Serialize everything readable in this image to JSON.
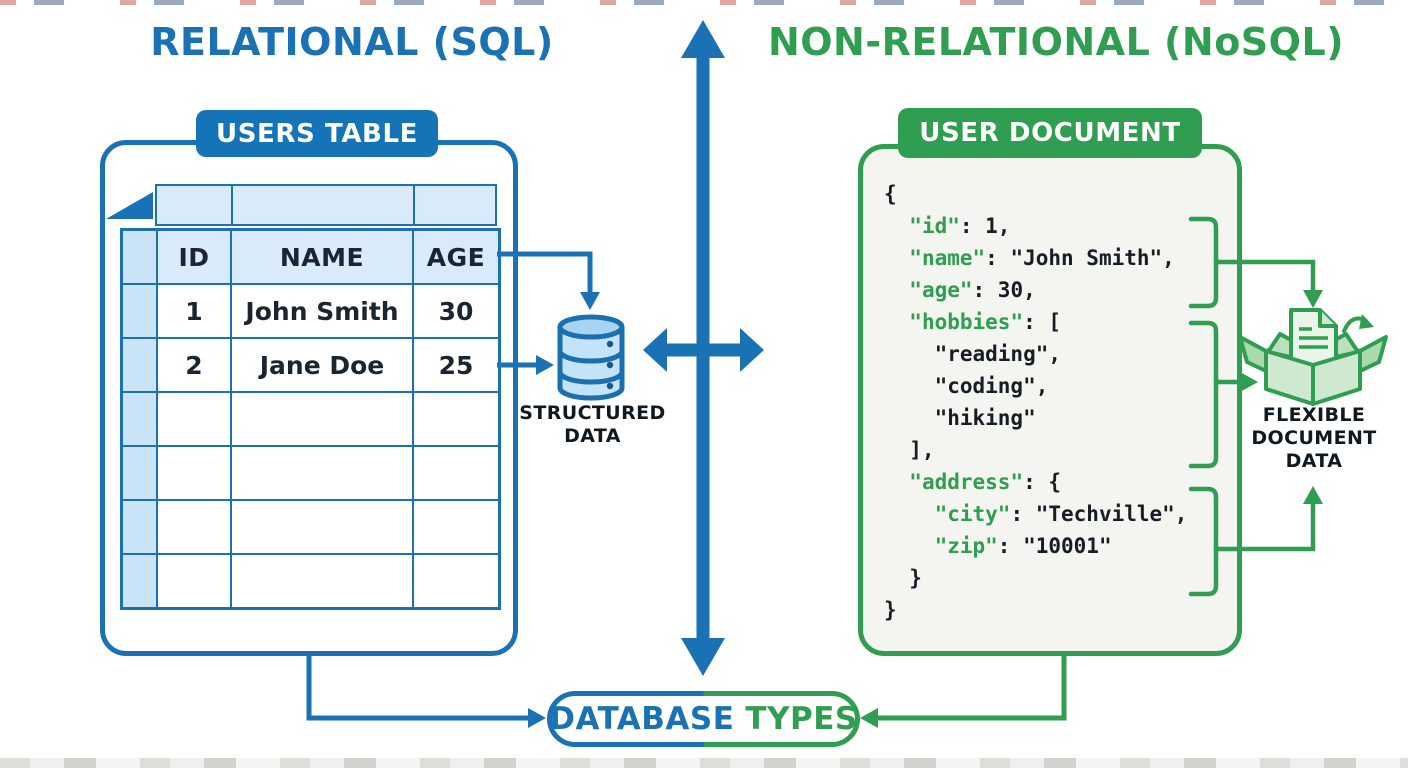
{
  "colors": {
    "blue": "#1A72B5",
    "green": "#2F9E50",
    "light_blue_fill": "#D9EAFB",
    "row_header_fill": "#CBE3F7",
    "document_bg": "#F4F4F1"
  },
  "left": {
    "title": "RELATIONAL (SQL)",
    "table_badge": "USERS TABLE",
    "table": {
      "columns": [
        "ID",
        "NAME",
        "AGE"
      ],
      "rows": [
        [
          "1",
          "John Smith",
          "30"
        ],
        [
          "2",
          "Jane Doe",
          "25"
        ],
        [
          "",
          "",
          ""
        ],
        [
          "",
          "",
          ""
        ],
        [
          "",
          "",
          ""
        ],
        [
          "",
          "",
          ""
        ]
      ]
    },
    "structured_label": [
      "STRUCTURED",
      "DATA"
    ]
  },
  "right": {
    "title": "NON-RELATIONAL (NoSQL)",
    "document_badge": "USER DOCUMENT",
    "code_lines": [
      [
        {
          "c": "p",
          "t": "{"
        }
      ],
      [
        {
          "c": "p",
          "t": "  "
        },
        {
          "c": "k",
          "t": "\"id\""
        },
        {
          "c": "p",
          "t": ": 1,"
        }
      ],
      [
        {
          "c": "p",
          "t": "  "
        },
        {
          "c": "k",
          "t": "\"name\""
        },
        {
          "c": "p",
          "t": ": \"John Smith\","
        }
      ],
      [
        {
          "c": "p",
          "t": "  "
        },
        {
          "c": "k",
          "t": "\"age\""
        },
        {
          "c": "p",
          "t": ": 30,"
        }
      ],
      [
        {
          "c": "p",
          "t": "  "
        },
        {
          "c": "k",
          "t": "\"hobbies\""
        },
        {
          "c": "p",
          "t": ": ["
        }
      ],
      [
        {
          "c": "p",
          "t": "    \"reading\","
        }
      ],
      [
        {
          "c": "p",
          "t": "    \"coding\","
        }
      ],
      [
        {
          "c": "p",
          "t": "    \"hiking\""
        }
      ],
      [
        {
          "c": "p",
          "t": "  ],"
        }
      ],
      [
        {
          "c": "p",
          "t": "  "
        },
        {
          "c": "k",
          "t": "\"address\""
        },
        {
          "c": "p",
          "t": ": {"
        }
      ],
      [
        {
          "c": "p",
          "t": "    "
        },
        {
          "c": "k",
          "t": "\"city\""
        },
        {
          "c": "p",
          "t": ": \"Techville\","
        }
      ],
      [
        {
          "c": "p",
          "t": "    "
        },
        {
          "c": "k",
          "t": "\"zip\""
        },
        {
          "c": "p",
          "t": ": \"10001\""
        }
      ],
      [
        {
          "c": "p",
          "t": "  }"
        }
      ],
      [
        {
          "c": "p",
          "t": "}"
        }
      ]
    ],
    "flexible_label": [
      "FLEXIBLE",
      "DOCUMENT",
      "DATA"
    ]
  },
  "bottom": {
    "badge_left": "DATABASE",
    "badge_right": "TYPES"
  }
}
